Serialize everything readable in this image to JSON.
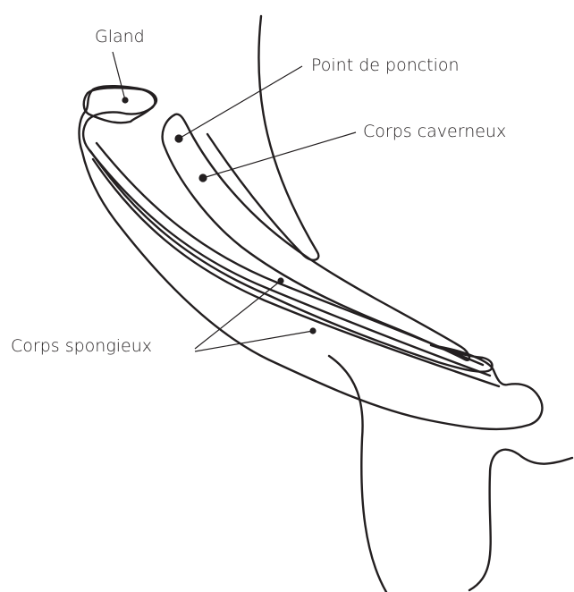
{
  "figure": {
    "labels": {
      "gland": "Gland",
      "puncture_point": "Point de ponction",
      "cavernous_body": "Corps caverneux",
      "spongy_body": "Corps spongieux"
    },
    "colors": {
      "tissue": "#f3e6da",
      "cavernous": "#d4791a",
      "outline": "#231f20",
      "background": "#ffffff"
    }
  }
}
